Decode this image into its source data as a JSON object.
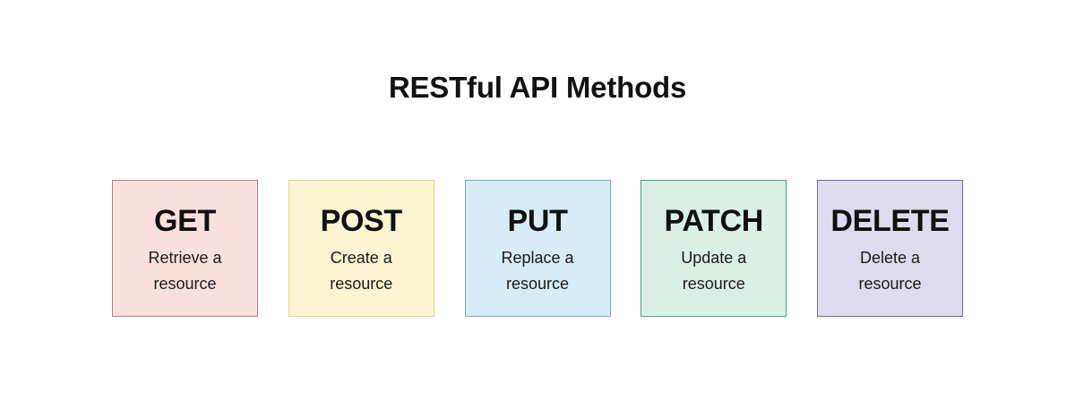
{
  "page": {
    "title": "RESTful API Methods",
    "background_color": "#ffffff"
  },
  "cards": [
    {
      "method": "GET",
      "description": "Retrieve a resource",
      "fill_color": "#f9e0dd",
      "border_color": "#b08080"
    },
    {
      "method": "POST",
      "description": "Create a resource",
      "fill_color": "#faf4d2",
      "border_color": "#e0d88a"
    },
    {
      "method": "PUT",
      "description": "Replace a resource",
      "fill_color": "#d6edf7",
      "border_color": "#7ba7bd"
    },
    {
      "method": "PATCH",
      "description": "Update a resource",
      "fill_color": "#daf0e6",
      "border_color": "#4d9b87"
    },
    {
      "method": "DELETE",
      "description": "Delete a resource",
      "fill_color": "#dedbec",
      "border_color": "#6a6a9e"
    }
  ]
}
